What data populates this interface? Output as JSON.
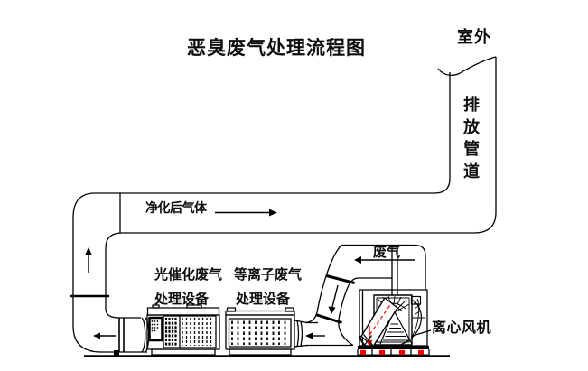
{
  "title": "恶臭废气处理流程图",
  "labels": {
    "outdoor": "室外",
    "exhaust_pipe": "排放管道",
    "purified_gas": "净化后气体",
    "waste_gas": "废气",
    "photocatalytic_unit_line1": "光催化废气",
    "photocatalytic_unit_line2": "处理设备",
    "plasma_unit_line1": "等离子废气",
    "plasma_unit_line2": "处理设备",
    "centrifugal_fan": "离心风机"
  },
  "colors": {
    "line": "#000000",
    "accent_red": "#ee0000",
    "background": "#ffffff"
  }
}
